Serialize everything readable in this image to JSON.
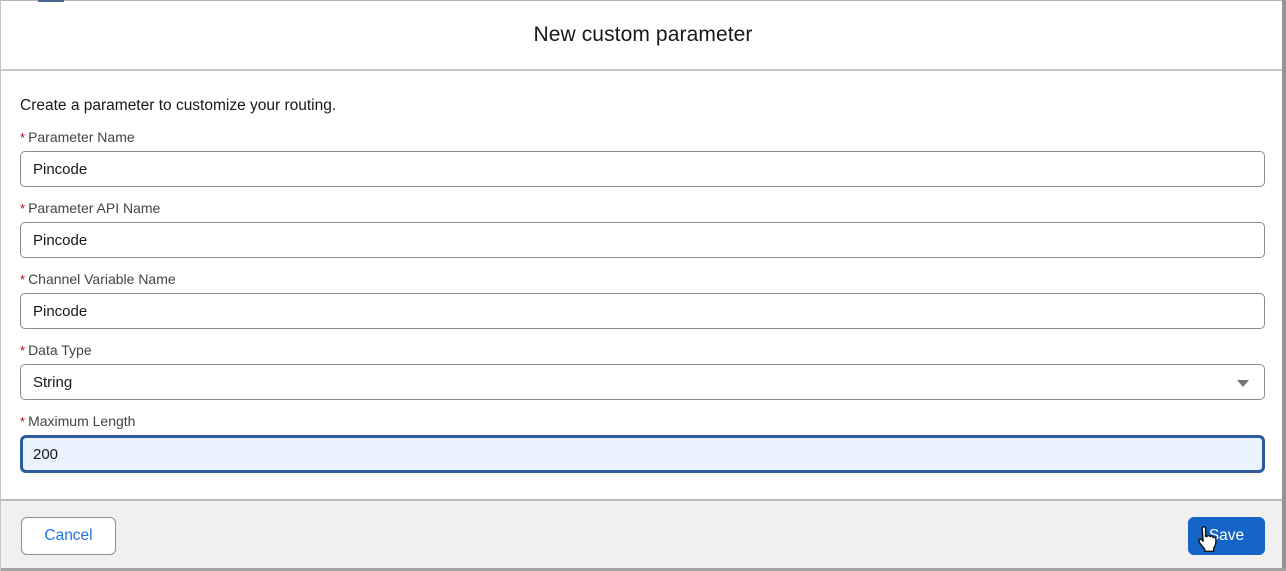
{
  "modal": {
    "title": "New custom parameter",
    "description": "Create a parameter to customize your routing.",
    "required_marker": "*",
    "fields": [
      {
        "label": "Parameter Name",
        "value": "Pincode",
        "type": "text",
        "required": true,
        "focused": false
      },
      {
        "label": "Parameter API Name",
        "value": "Pincode",
        "type": "text",
        "required": true,
        "focused": false
      },
      {
        "label": "Channel Variable Name",
        "value": "Pincode",
        "type": "text",
        "required": true,
        "focused": false
      },
      {
        "label": "Data Type",
        "value": "String",
        "type": "select",
        "required": true,
        "focused": false
      },
      {
        "label": "Maximum Length",
        "value": "200",
        "type": "text",
        "required": true,
        "focused": true
      }
    ],
    "footer": {
      "cancel_label": "Cancel",
      "save_label": "Save"
    },
    "colors": {
      "save_button_bg": "#1565c8",
      "cancel_text": "#2374dd",
      "required_star": "#ba0517",
      "focused_border": "#2e5a9e",
      "focused_bg": "#e9f2fd",
      "footer_bg": "#f0f0f0",
      "divider": "#c8c8c8"
    },
    "cursor": "hand-pointer"
  }
}
